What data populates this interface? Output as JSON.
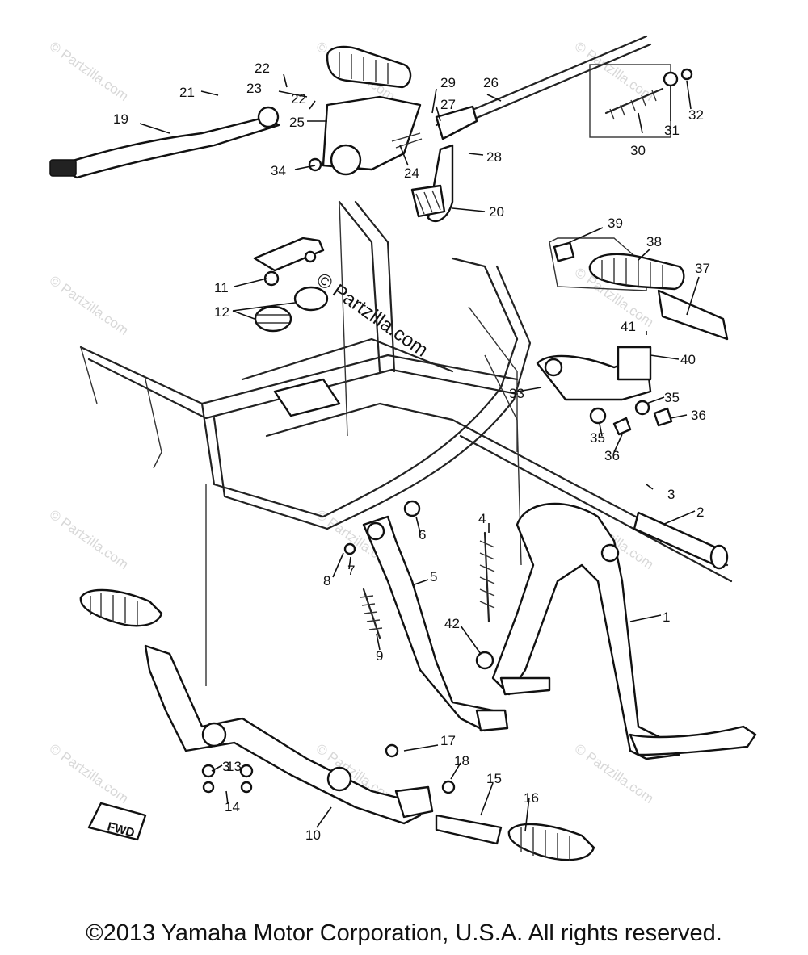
{
  "watermark": "© Partzilla.com",
  "watermark_center": "© Partzilla.com",
  "copyright": "©2013 Yamaha Motor Corporation, U.S.A. All rights reserved.",
  "fwd_label": "FWD",
  "callouts": {
    "p1": "1",
    "p2": "2",
    "p3a": "3",
    "p3b": "3",
    "p4": "4",
    "p5": "5",
    "p6": "6",
    "p7": "7",
    "p8": "8",
    "p9": "9",
    "p10": "10",
    "p11": "11",
    "p12": "12",
    "p13": "13",
    "p14": "14",
    "p15": "15",
    "p16": "16",
    "p17": "17",
    "p18": "18",
    "p19": "19",
    "p20": "20",
    "p21": "21",
    "p22a": "22",
    "p22b": "22",
    "p23": "23",
    "p24": "24",
    "p25": "25",
    "p26": "26",
    "p27": "27",
    "p28": "28",
    "p29": "29",
    "p30": "30",
    "p31": "31",
    "p32": "32",
    "p33": "33",
    "p34": "34",
    "p35a": "35",
    "p35b": "35",
    "p36a": "36",
    "p36b": "36",
    "p37": "37",
    "p38": "38",
    "p39": "39",
    "p40": "40",
    "p41": "41",
    "p42": "42"
  }
}
